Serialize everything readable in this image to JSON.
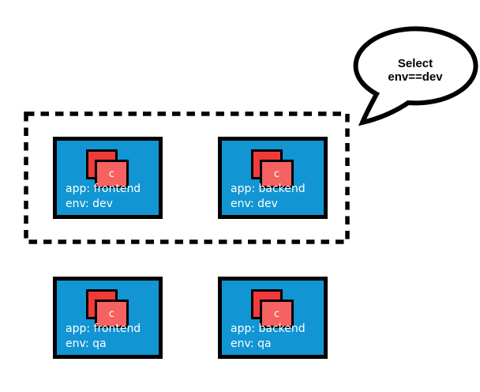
{
  "callout": {
    "line1": "Select",
    "line2": "env==dev"
  },
  "pods": [
    {
      "app_label": "app: frontend",
      "env_label": "env: dev",
      "container_letter": "c"
    },
    {
      "app_label": "app: backend",
      "env_label": "env: dev",
      "container_letter": "c"
    },
    {
      "app_label": "app: frontend",
      "env_label": "env: qa",
      "container_letter": "c"
    },
    {
      "app_label": "app: backend",
      "env_label": "env: qa",
      "container_letter": "c"
    }
  ],
  "colors": {
    "pod_fill": "#1295d3",
    "container_back_fill": "#f13a3a",
    "container_front_fill": "#f66161",
    "outline": "#000000",
    "pod_label_text": "#ffffff",
    "callout_text": "#000000",
    "background": "#ffffff"
  }
}
